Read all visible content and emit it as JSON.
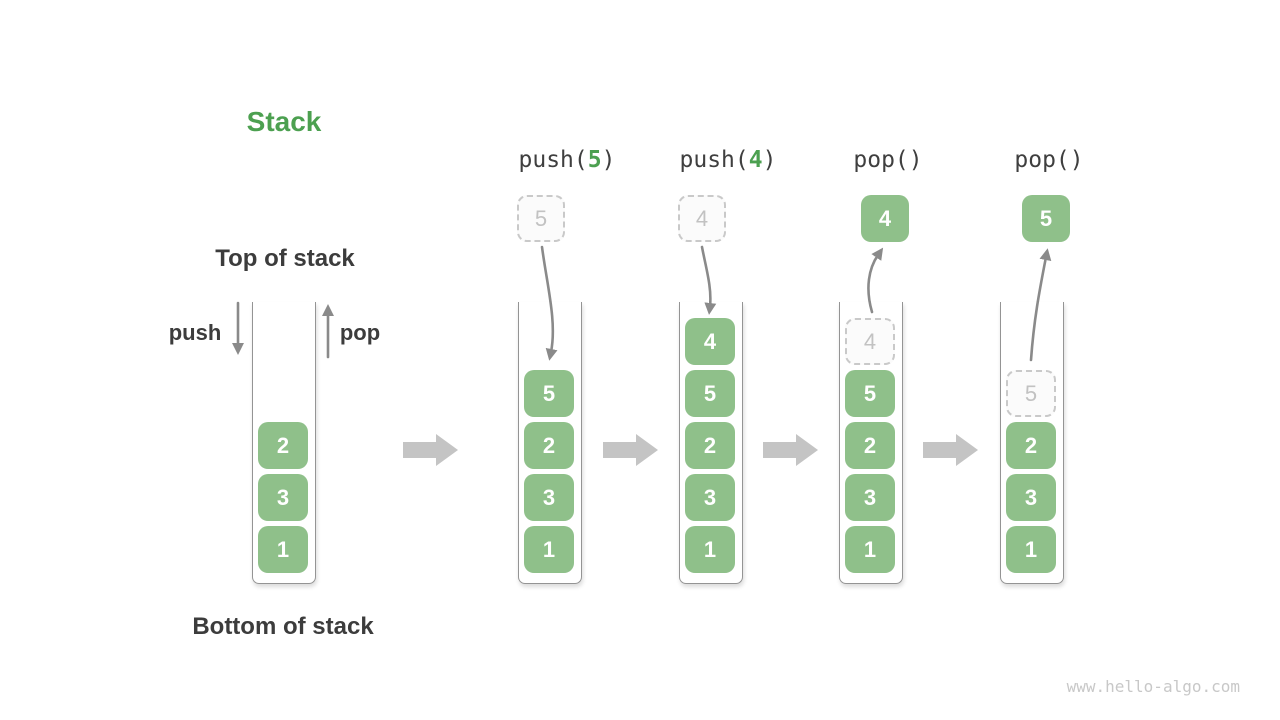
{
  "labels": {
    "title": "Stack",
    "top_of_stack": "Top of stack",
    "bottom_of_stack": "Bottom of stack",
    "push": "push",
    "pop": "pop",
    "watermark": "www.hello-algo.com"
  },
  "colors": {
    "element_green": "#8fc08a",
    "title_green": "#4ca050",
    "text_dark": "#3c3c3c",
    "mono_dark": "#3f3f3f",
    "arrow_gray": "#8a8a8a",
    "block_arrow_gray": "#c4c4c4",
    "wall_gray": "#949494",
    "ghost_border": "#c9c9c9",
    "ghost_text": "#c2c2c2",
    "ghost_fill": "#fbfbfb",
    "watermark_gray": "#c8c8c8"
  },
  "stacks": [
    {
      "id": "initial",
      "operation": null,
      "floating": null,
      "cells": [
        {
          "value": "1",
          "slot": 1,
          "style": "solid"
        },
        {
          "value": "3",
          "slot": 2,
          "style": "solid"
        },
        {
          "value": "2",
          "slot": 3,
          "style": "solid"
        }
      ]
    },
    {
      "id": "after-push-5",
      "operation": {
        "parts": [
          {
            "text": "push(",
            "green": false
          },
          {
            "text": "5",
            "green": true
          },
          {
            "text": ")",
            "green": false
          }
        ]
      },
      "floating": {
        "value": "5",
        "style": "ghost",
        "direction": "down"
      },
      "cells": [
        {
          "value": "1",
          "slot": 1,
          "style": "solid"
        },
        {
          "value": "3",
          "slot": 2,
          "style": "solid"
        },
        {
          "value": "2",
          "slot": 3,
          "style": "solid"
        },
        {
          "value": "5",
          "slot": 4,
          "style": "solid"
        }
      ]
    },
    {
      "id": "after-push-4",
      "operation": {
        "parts": [
          {
            "text": "push(",
            "green": false
          },
          {
            "text": "4",
            "green": true
          },
          {
            "text": ")",
            "green": false
          }
        ]
      },
      "floating": {
        "value": "4",
        "style": "ghost",
        "direction": "down"
      },
      "cells": [
        {
          "value": "1",
          "slot": 1,
          "style": "solid"
        },
        {
          "value": "3",
          "slot": 2,
          "style": "solid"
        },
        {
          "value": "2",
          "slot": 3,
          "style": "solid"
        },
        {
          "value": "5",
          "slot": 4,
          "style": "solid"
        },
        {
          "value": "4",
          "slot": 5,
          "style": "solid"
        }
      ]
    },
    {
      "id": "after-pop-4",
      "operation": {
        "parts": [
          {
            "text": "pop()",
            "green": false
          }
        ]
      },
      "floating": {
        "value": "4",
        "style": "solid",
        "direction": "up"
      },
      "cells": [
        {
          "value": "1",
          "slot": 1,
          "style": "solid"
        },
        {
          "value": "3",
          "slot": 2,
          "style": "solid"
        },
        {
          "value": "2",
          "slot": 3,
          "style": "solid"
        },
        {
          "value": "5",
          "slot": 4,
          "style": "solid"
        },
        {
          "value": "4",
          "slot": 5,
          "style": "ghost"
        }
      ]
    },
    {
      "id": "after-pop-5",
      "operation": {
        "parts": [
          {
            "text": "pop()",
            "green": false
          }
        ]
      },
      "floating": {
        "value": "5",
        "style": "solid",
        "direction": "up"
      },
      "cells": [
        {
          "value": "1",
          "slot": 1,
          "style": "solid"
        },
        {
          "value": "3",
          "slot": 2,
          "style": "solid"
        },
        {
          "value": "2",
          "slot": 3,
          "style": "solid"
        },
        {
          "value": "5",
          "slot": 4,
          "style": "ghost"
        }
      ]
    }
  ]
}
